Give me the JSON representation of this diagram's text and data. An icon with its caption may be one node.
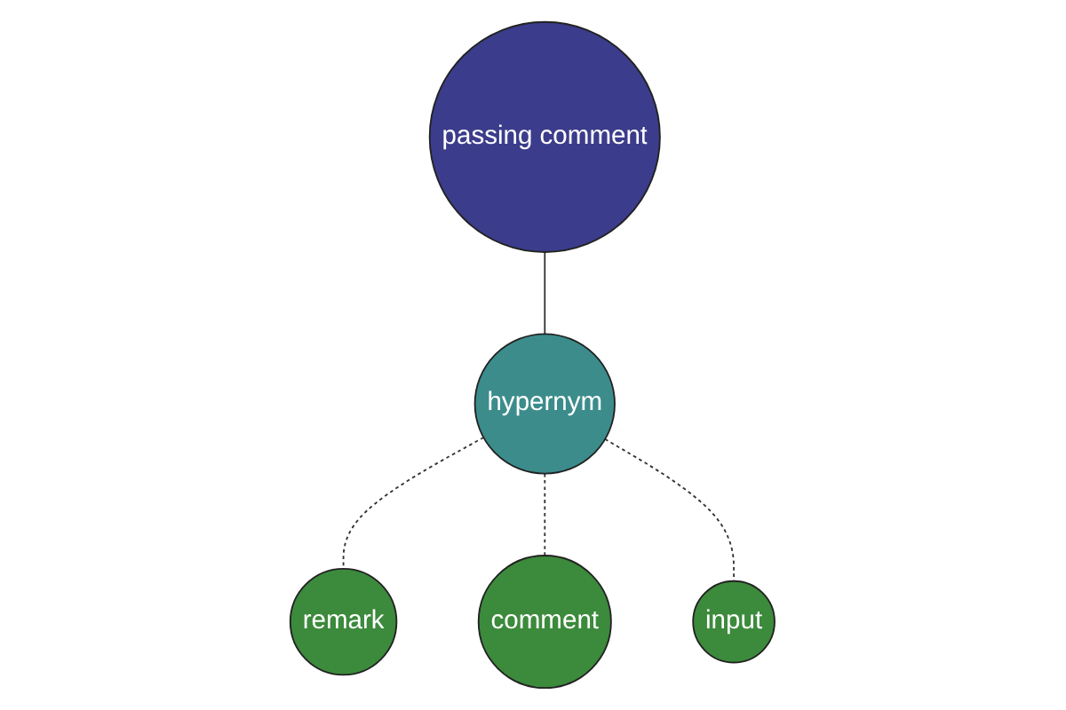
{
  "diagram": {
    "nodes": [
      {
        "text": [
          "passing comment"
        ]
      },
      {
        "text": [
          "hypernym"
        ]
      },
      {
        "text": [
          "remark"
        ]
      },
      {
        "text": [
          "comment"
        ]
      },
      {
        "text": [
          "input"
        ]
      }
    ],
    "edges": [
      {
        "from": 0,
        "to": 1,
        "arrow": "none"
      },
      {
        "from": 1,
        "to": 2,
        "arrow": "none",
        "style": "dashed"
      },
      {
        "from": 1,
        "to": 3,
        "arrow": "none",
        "style": "dashed"
      },
      {
        "from": 1,
        "to": 4,
        "arrow": "none",
        "style": "dashed"
      }
    ]
  }
}
